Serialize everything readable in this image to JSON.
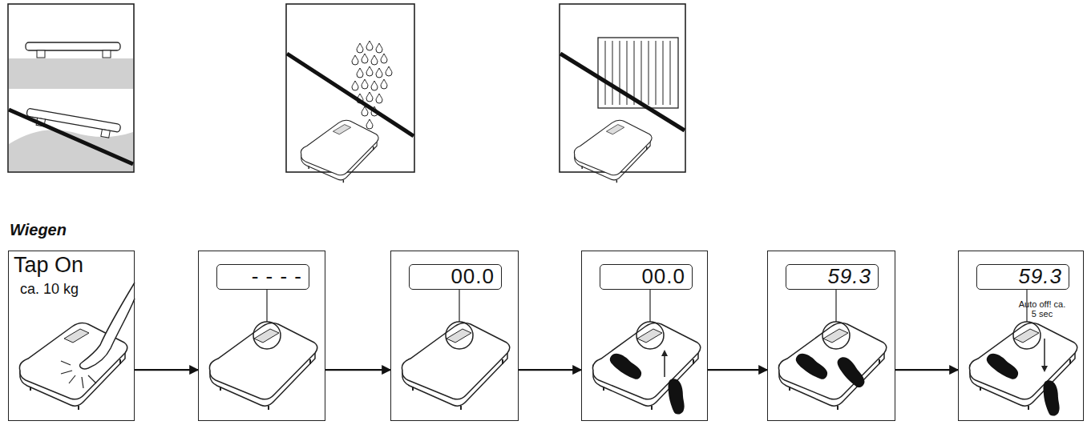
{
  "diagram": {
    "title": "Wiegen",
    "nodes": [
      {
        "text": [
          "Tap On",
          "ca. 10 kg"
        ]
      },
      {
        "text": [
          "- - - -"
        ]
      },
      {
        "text": [
          "00.0"
        ]
      },
      {
        "text": [
          "00.0"
        ]
      },
      {
        "text": [
          "59.3"
        ]
      },
      {
        "text": [
          "59.3",
          "Auto off! ca. 5 sec"
        ]
      }
    ],
    "edges": [
      {
        "from": 0,
        "to": 1,
        "arrow": "to"
      },
      {
        "from": 1,
        "to": 2,
        "arrow": "to"
      },
      {
        "from": 2,
        "to": 3,
        "arrow": "to"
      },
      {
        "from": 3,
        "to": 4,
        "arrow": "to"
      },
      {
        "from": 4,
        "to": 5,
        "arrow": "to"
      }
    ]
  }
}
